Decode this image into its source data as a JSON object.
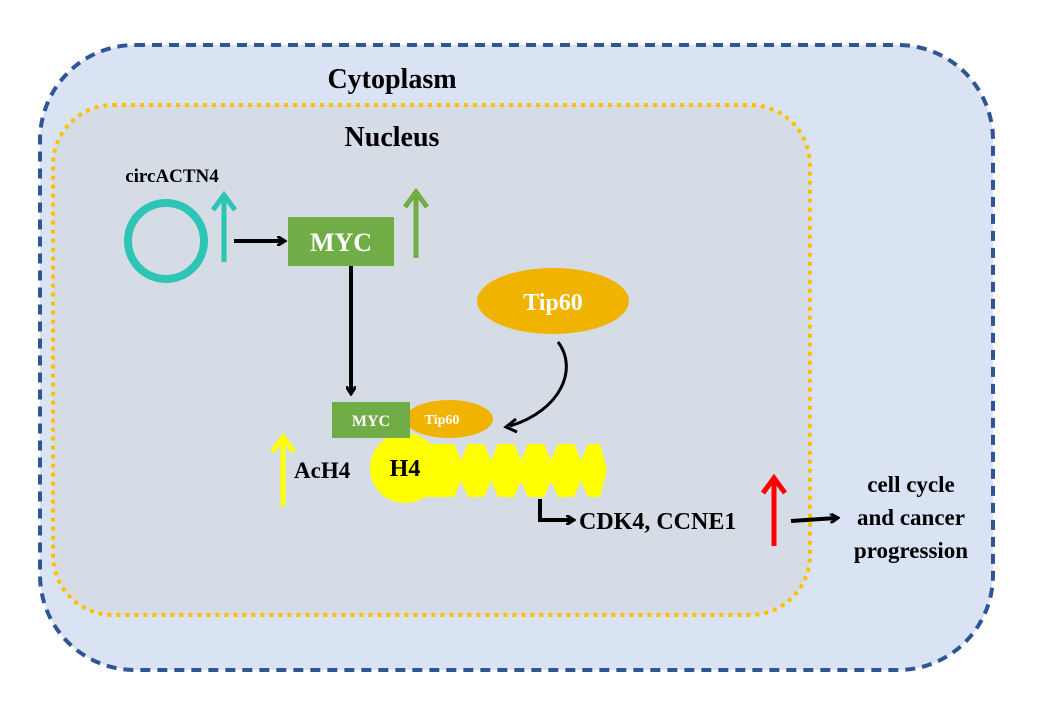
{
  "compartments": {
    "cytoplasm_label": "Cytoplasm",
    "nucleus_label": "Nucleus"
  },
  "molecules": {
    "circ_label": "circACTN4",
    "myc_label": "MYC",
    "tip60_label": "Tip60",
    "complex_myc_label": "MYC",
    "complex_tip60_label": "Tip60",
    "h4_label": "H4",
    "ach4_label": "AcH4",
    "targets_label": "CDK4, CCNE1"
  },
  "outcome": {
    "line1": "cell cycle",
    "line2": "and cancer",
    "line3": "progression"
  },
  "colors": {
    "cytoplasm_fill": "#dae3f3",
    "cytoplasm_border": "#2f5597",
    "nucleus_fill": "#d6dce5",
    "nucleus_border": "#ffc000",
    "circ_ring": "#2ec4b6",
    "myc_green": "#70ad47",
    "tip60_gold": "#f0b400",
    "histone_yellow": "#ffff00",
    "up_red": "#ff0000",
    "arrow_black": "#000000"
  },
  "indicators": {
    "circ_up": "up-arrow",
    "myc_up": "up-arrow",
    "ach4_up": "up-arrow",
    "targets_up": "up-arrow"
  }
}
